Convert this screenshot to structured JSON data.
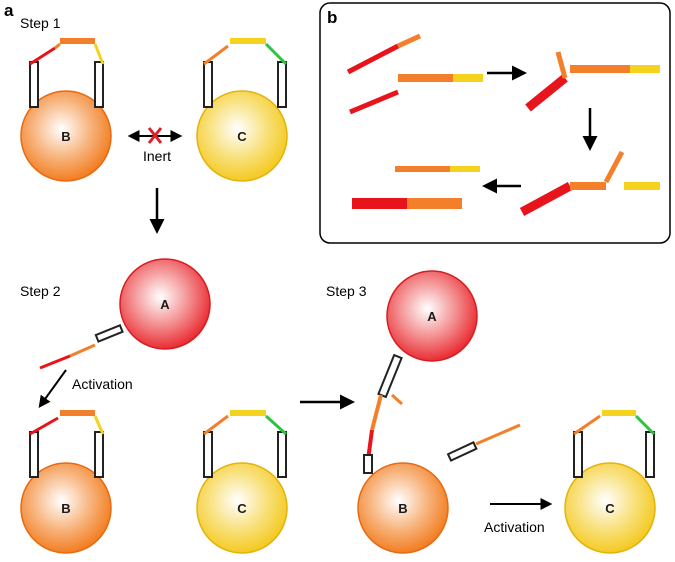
{
  "panel_a_label": "a",
  "panel_b_label": "b",
  "steps": {
    "step1": "Step 1",
    "step2": "Step 2",
    "step3": "Step 3"
  },
  "annotations": {
    "inert": "Inert",
    "activation_left": "Activation",
    "activation_right": "Activation"
  },
  "particles": {
    "A": "A",
    "B": "B",
    "C": "C"
  },
  "colors": {
    "red": "#e8141b",
    "orange": "#f47f2a",
    "yellow": "#f5d21e",
    "green": "#2ec43f",
    "black": "#222222",
    "particle_a": "#e8262c",
    "particle_b": "#f27a1b",
    "particle_c": "#f4c81c",
    "inert_cross": "#d9222a"
  },
  "icons": [
    "inert-cross-icon",
    "arrow-icon",
    "dna-duplex-icon",
    "dna-strand-icon"
  ]
}
